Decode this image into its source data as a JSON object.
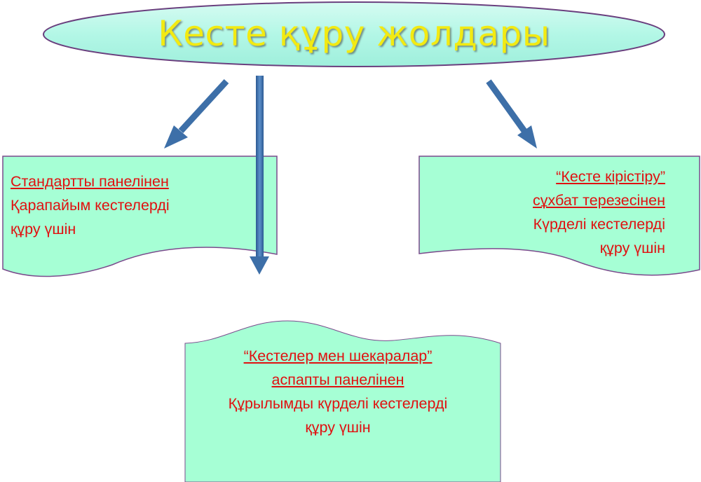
{
  "title": "Кесте құру жолдары",
  "boxes": {
    "left": {
      "line1": "Стандартты панелінен",
      "line2": "Қарапайым  кестелерді",
      "line3": "құру үшін"
    },
    "right": {
      "line1": "“Кесте кірістіру”",
      "line2": "сұхбат терезесінен",
      "line3": "Күрделі кестелерді",
      "line4": "құру үшін"
    },
    "bottom": {
      "line1": "“Кестелер мен шекаралар”",
      "line2": "аспапты панелінен",
      "line3": "Құрылымды күрделі кестелерді",
      "line4": "құру үшін"
    }
  },
  "colors": {
    "title_fill": "#b3f7e6",
    "title_text": "#f2ea12",
    "box_fill": "#a6ffd5",
    "box_border": "#7a4a8c",
    "arrow": "#3d6fa8",
    "text": "#e01010"
  }
}
